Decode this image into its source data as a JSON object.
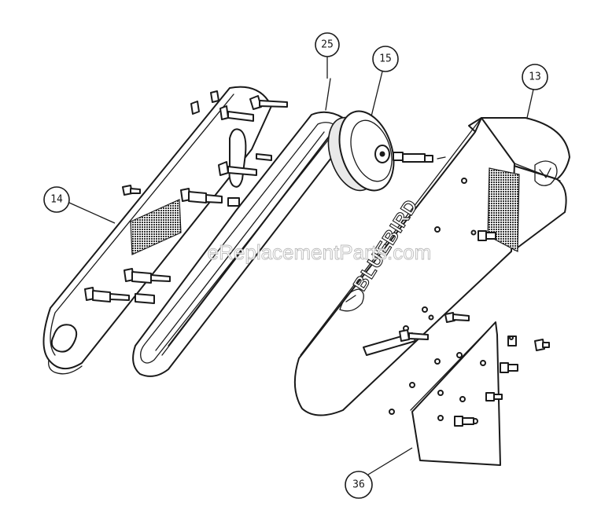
{
  "callouts": [
    {
      "id": "14",
      "label": "14"
    },
    {
      "id": "25",
      "label": "25"
    },
    {
      "id": "15",
      "label": "15"
    },
    {
      "id": "13",
      "label": "13"
    },
    {
      "id": "36",
      "label": "36"
    }
  ],
  "brand_text": "BLUEBIRD",
  "watermark": "eReplacementParts.com",
  "colors": {
    "line": "#1a1a1a",
    "background": "#ffffff",
    "hatch": "#333333"
  }
}
